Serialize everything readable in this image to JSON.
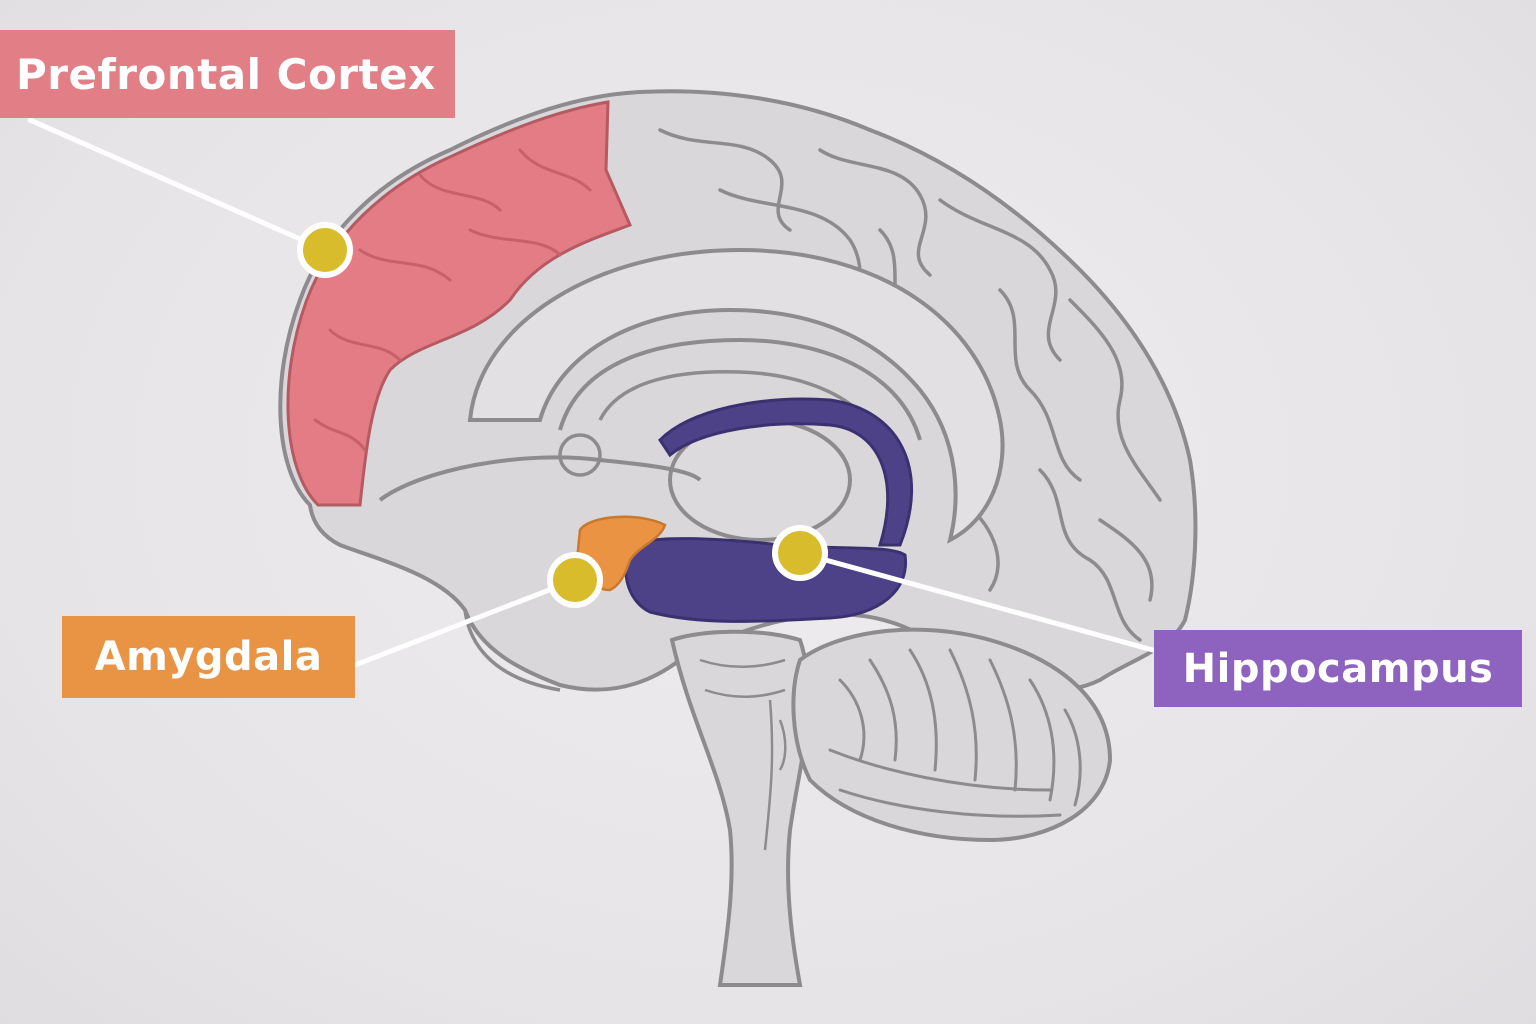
{
  "labels": {
    "prefrontal": "Prefrontal Cortex",
    "amygdala": "Amygdala",
    "hippocampus": "Hippocampus"
  },
  "colors": {
    "background": "#e8e6e8",
    "brain_fill": "#d9d7d9",
    "brain_outline": "#8d8b8e",
    "prefrontal": "#e37c84",
    "prefrontal_label": "#e27f86",
    "amygdala": "#ea9443",
    "amygdala_label": "#e99445",
    "hippocampus": "#4d4288",
    "hippocampus_label": "#8e63bf",
    "marker": "#d8bc2c",
    "connector": "#ffffff"
  }
}
